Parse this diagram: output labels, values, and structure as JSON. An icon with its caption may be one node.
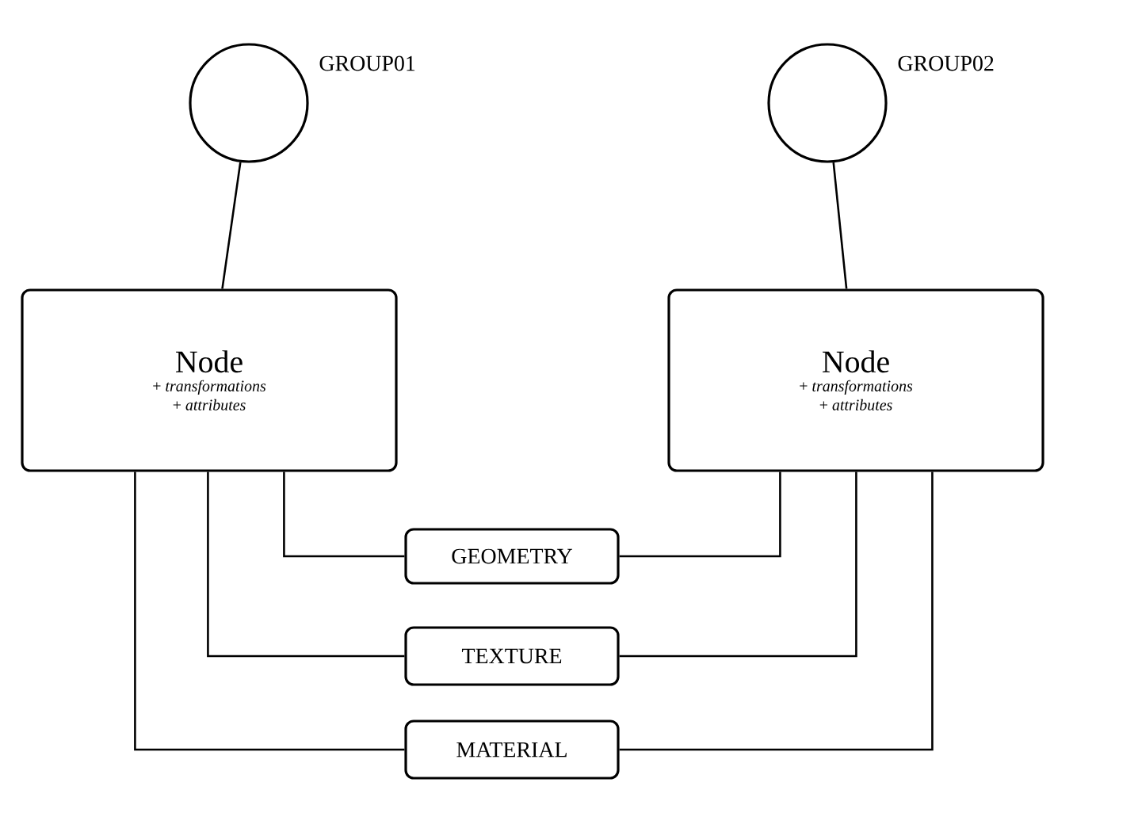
{
  "diagram": {
    "nodes": [
      {
        "text": [],
        "shape": "circle",
        "beside": [
          "GROUP01"
        ]
      },
      {
        "text": [],
        "shape": "circle",
        "beside": [
          "GROUP02"
        ]
      },
      {
        "text": [
          "Node",
          "+ *transformations*",
          "+ *attributes*"
        ]
      },
      {
        "text": [
          "Node",
          "+ *transformations*",
          "+ *attributes*"
        ]
      },
      {
        "text": [
          "GEOMETRY"
        ]
      },
      {
        "text": [
          "TEXTURE"
        ]
      },
      {
        "text": [
          "MATERIAL"
        ]
      }
    ],
    "edges": [
      {
        "from": 0,
        "to": 2,
        "arrow": "none"
      },
      {
        "from": 1,
        "to": 3,
        "arrow": "none"
      },
      {
        "from": 2,
        "to": 4,
        "arrow": "none"
      },
      {
        "from": 3,
        "to": 4,
        "arrow": "none"
      },
      {
        "from": 2,
        "to": 5,
        "arrow": "none"
      },
      {
        "from": 3,
        "to": 5,
        "arrow": "none"
      },
      {
        "from": 2,
        "to": 6,
        "arrow": "none"
      },
      {
        "from": 3,
        "to": 6,
        "arrow": "none"
      }
    ]
  }
}
